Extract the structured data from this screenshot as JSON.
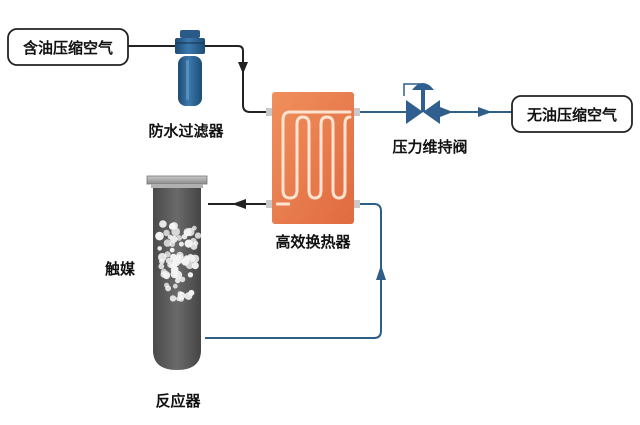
{
  "labels": {
    "input_air": "含油压缩空气",
    "water_filter": "防水过滤器",
    "output_air": "无油压缩空气",
    "pressure_valve": "压力维持阀",
    "heat_exchanger": "高效换热器",
    "catalyst": "触媒",
    "reactor": "反应器"
  },
  "colors": {
    "oil_line": "#222222",
    "clean_line": "#2f5f86",
    "filter": "#2e5f8e",
    "heat_exchanger": "#e8744a",
    "reactor": "#5c5c5c",
    "valve": "#2e5f8e"
  }
}
